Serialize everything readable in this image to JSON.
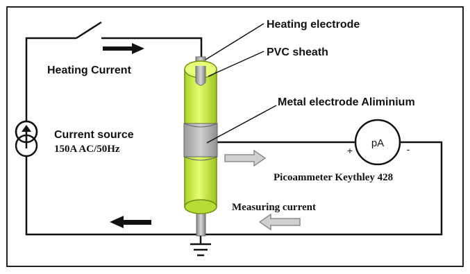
{
  "labels": {
    "heating_electrode": "Heating electrode",
    "pvc_sheath": "PVC sheath",
    "metal_electrode": "Metal electrode Aliminium",
    "heating_current": "Heating Current",
    "current_source_line1": "Current source",
    "current_source_line2": "150A AC/50Hz",
    "picoammeter": "Picoammeter Keythley 428",
    "measuring_current": "Measuring current",
    "meter_unit": "pA",
    "meter_plus": "+",
    "meter_minus": "-"
  },
  "colors": {
    "sheath": "#ccf04a",
    "sheath_dark": "#9cc21f",
    "electrode": "#b4b4b4",
    "electrode_dark": "#8a8a8a",
    "wire": "#111111",
    "arrow_solid": "#111111",
    "arrow_hollow_fill": "#d0d0d0",
    "arrow_hollow_stroke": "#8a8a8a"
  },
  "icons": {
    "current_source": "current-source-symbol",
    "meter": "ammeter-symbol",
    "ground": "ground-symbol",
    "switch": "switch-symbol"
  }
}
